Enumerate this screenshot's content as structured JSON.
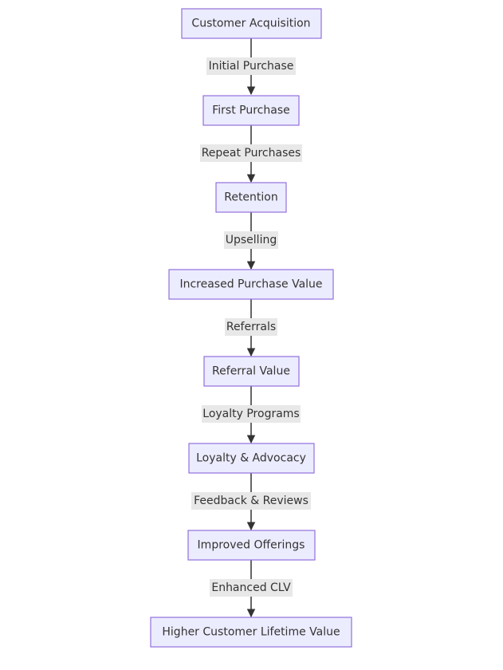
{
  "flowchart": {
    "nodes": [
      {
        "id": "acquisition",
        "label": "Customer Acquisition"
      },
      {
        "id": "first",
        "label": "First Purchase"
      },
      {
        "id": "retention",
        "label": "Retention"
      },
      {
        "id": "increased",
        "label": "Increased Purchase Value"
      },
      {
        "id": "referral",
        "label": "Referral Value"
      },
      {
        "id": "loyalty",
        "label": "Loyalty & Advocacy"
      },
      {
        "id": "improved",
        "label": "Improved Offerings"
      },
      {
        "id": "higher",
        "label": "Higher Customer Lifetime Value"
      }
    ],
    "edges": [
      {
        "from": "acquisition",
        "to": "first",
        "label": "Initial Purchase"
      },
      {
        "from": "first",
        "to": "retention",
        "label": "Repeat Purchases"
      },
      {
        "from": "retention",
        "to": "increased",
        "label": "Upselling"
      },
      {
        "from": "increased",
        "to": "referral",
        "label": "Referrals"
      },
      {
        "from": "referral",
        "to": "loyalty",
        "label": "Loyalty Programs"
      },
      {
        "from": "loyalty",
        "to": "improved",
        "label": "Feedback & Reviews"
      },
      {
        "from": "improved",
        "to": "higher",
        "label": "Enhanced CLV"
      }
    ]
  },
  "colors": {
    "node_fill": "#ececff",
    "node_border": "#9370db",
    "edge": "#333333",
    "edge_label_bg": "#e8e8e8",
    "text": "#333333"
  }
}
